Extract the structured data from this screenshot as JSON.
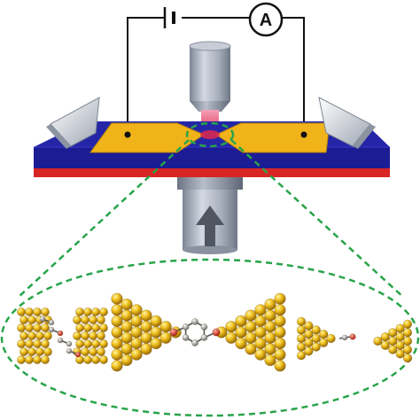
{
  "circuit": {
    "ammeter_label": "A",
    "components": [
      "battery-icon",
      "ammeter-icon",
      "wire-icon"
    ]
  },
  "colors": {
    "substrate_blue": "#2b2bb5",
    "substrate_red": "#e0262a",
    "electrode_gold": "#f2b71d",
    "wire": "#111111",
    "zoom_outline": "#2aa24a",
    "laser_pink": "#f06a8a",
    "pushrod_steel": "#9fa6b4",
    "gold_atom": "#d9a61a",
    "oxygen_atom": "#d43c2c",
    "carbon_atom": "#8a8a8a"
  },
  "insets": {
    "panels": [
      "junction-tilted-molecules-panel",
      "single-molecule-bridge-panel",
      "broken-junction-panel"
    ]
  }
}
